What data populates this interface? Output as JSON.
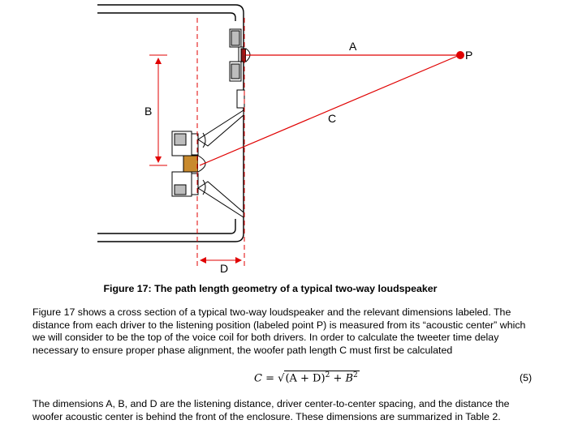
{
  "figure": {
    "labels": {
      "a": "A",
      "b": "B",
      "c": "C",
      "d": "D",
      "p": "P"
    },
    "colors": {
      "path_lines": "#e00000",
      "dashed_axis": "#e00000",
      "tweeter_coil": "#8b1a1a",
      "woofer_coil": "#c88a2e",
      "outline": "#000000",
      "magnet_gray": "#bdbdbd"
    }
  },
  "caption": "Figure 17: The path length geometry of a typical two-way loudspeaker",
  "paragraphs": {
    "p1": "Figure 17 shows a cross section of a typical two-way loudspeaker and the relevant dimensions labeled. The distance from each driver to the listening position (labeled point P) is measured from its “acoustic center” which we will consider to be the top of the voice coil for both drivers. In order to calculate the tweeter time delay necessary to ensure proper phase alignment, the woofer path length C must first be calculated",
    "p2": "The dimensions A, B, and D are the listening distance, driver center-to-center spacing, and the distance the woofer acoustic center is behind the front of the enclosure. These dimensions are summarized in Table 2."
  },
  "equation": {
    "lhs": "C",
    "equals": "=",
    "sqrt": "√",
    "radicand": "(A + D)",
    "sq1": "2",
    "plus": "+",
    "b": "B",
    "sq2": "2",
    "number": "(5)"
  }
}
